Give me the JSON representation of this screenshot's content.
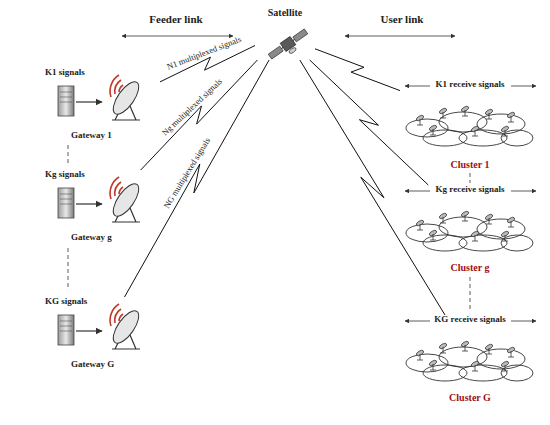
{
  "diagram": {
    "nodes": [
      {
        "text": [
          "K1 signals",
          "Gateway 1"
        ]
      },
      {
        "text": [
          "Kg signals",
          "Gateway g"
        ]
      },
      {
        "text": [
          "KG signals",
          "Gateway G"
        ]
      },
      {
        "text": [
          "Satellite"
        ]
      },
      {
        "text": [
          "K1 receive signals",
          "Cluster 1"
        ]
      },
      {
        "text": [
          "Kg receive signals",
          "Cluster g"
        ]
      },
      {
        "text": [
          "KG receive signals",
          "Cluster G"
        ]
      }
    ],
    "edges": [
      {
        "from": 0,
        "to": 3,
        "arrow": "none",
        "label": "N1 multiplexed signals"
      },
      {
        "from": 1,
        "to": 3,
        "arrow": "none",
        "label": "Ng multiplexed signals"
      },
      {
        "from": 2,
        "to": 3,
        "arrow": "none",
        "label": "NG multiplexed signals"
      },
      {
        "from": 3,
        "to": 4,
        "arrow": "none"
      },
      {
        "from": 3,
        "to": 5,
        "arrow": "none"
      },
      {
        "from": 3,
        "to": 6,
        "arrow": "none"
      }
    ],
    "labels": [
      "Feeder link",
      "User link"
    ]
  }
}
